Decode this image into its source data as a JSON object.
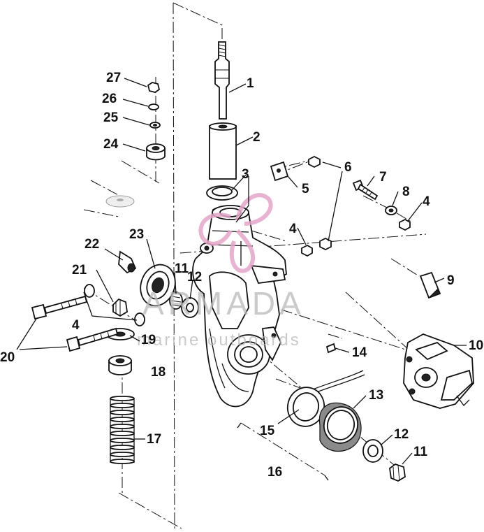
{
  "watermark": {
    "brand": "ARMADA",
    "tagline": "marine outboards",
    "accent_color": "#e4a6c8"
  },
  "callouts": [
    "1",
    "2",
    "3",
    "4",
    "5",
    "6",
    "7",
    "8",
    "4",
    "9",
    "10",
    "11",
    "12",
    "13",
    "14",
    "15",
    "16",
    "11",
    "12",
    "17",
    "18",
    "19",
    "20",
    "21",
    "4",
    "22",
    "23",
    "24",
    "25",
    "26",
    "27"
  ]
}
